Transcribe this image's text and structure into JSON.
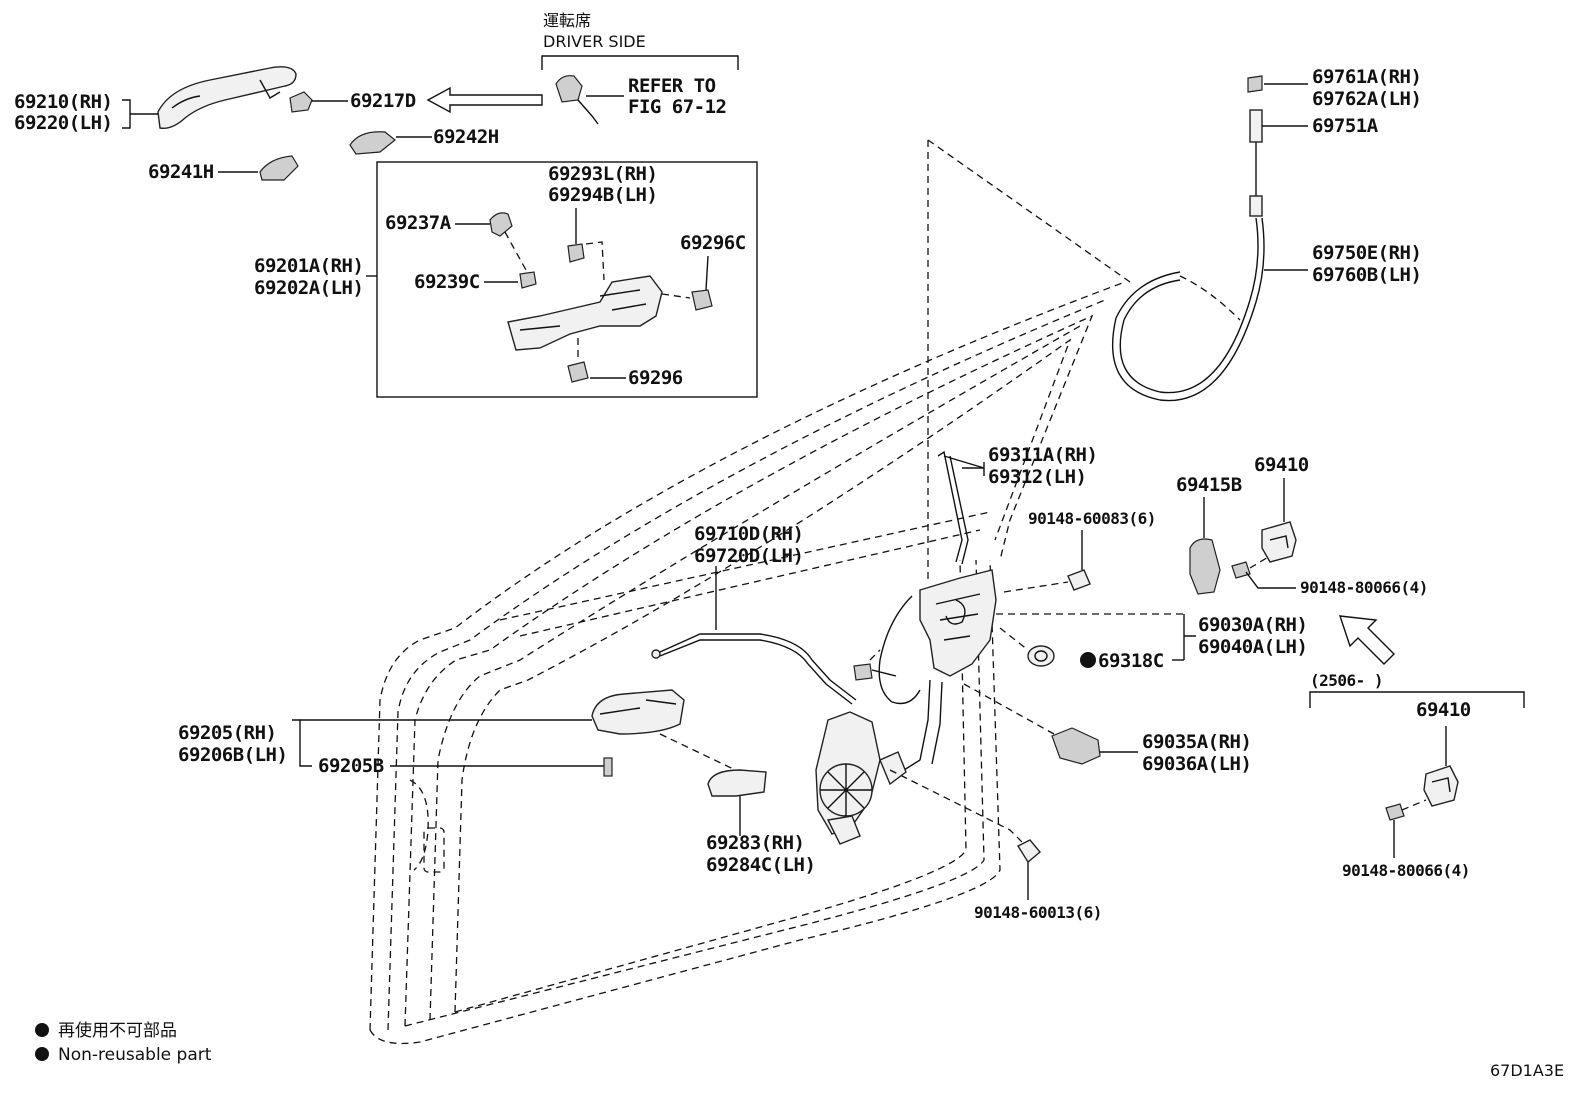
{
  "driver_side": {
    "jp": "運転席",
    "en": "DRIVER SIDE",
    "refer_line1": "REFER TO",
    "refer_line2": "FIG 67-12"
  },
  "labels": {
    "p69210": "69210(RH)",
    "p69220": "69220(LH)",
    "p69217D": "69217D",
    "p69242H": "69242H",
    "p69241H": "69241H",
    "p69293L": "69293L(RH)",
    "p69294B": "69294B(LH)",
    "p69237A": "69237A",
    "p69296C": "69296C",
    "p69201A": "69201A(RH)",
    "p69202A": "69202A(LH)",
    "p69239C": "69239C",
    "p69296": "69296",
    "p69761A": "69761A(RH)",
    "p69762A": "69762A(LH)",
    "p69751A": "69751A",
    "p69750E": "69750E(RH)",
    "p69760B": "69760B(LH)",
    "p69311A": "69311A(RH)",
    "p69312": "69312(LH)",
    "p90148_60083": "90148-60083(6)",
    "p69415B": "69415B",
    "p69410a": "69410",
    "p90148_80066a": "90148-80066(4)",
    "p69710D": "69710D(RH)",
    "p69720D": "69720D(LH)",
    "p69030A": "69030A(RH)",
    "p69040A": "69040A(LH)",
    "p69318C": "69318C",
    "p69035A": "69035A(RH)",
    "p69036A": "69036A(LH)",
    "p69205": "69205(RH)",
    "p69206B": "69206B(LH)",
    "p69205B": "69205B",
    "p69283": "69283(RH)",
    "p69284C": "69284C(LH)",
    "p90148_60013": "90148-60013(6)",
    "p69410b": "69410",
    "p90148_80066b": "90148-80066(4)"
  },
  "date_range": "(2506-     )",
  "legend": {
    "jp": "再使用不可部品",
    "en": "Non-reusable part"
  },
  "figure_code": "67D1A3E"
}
